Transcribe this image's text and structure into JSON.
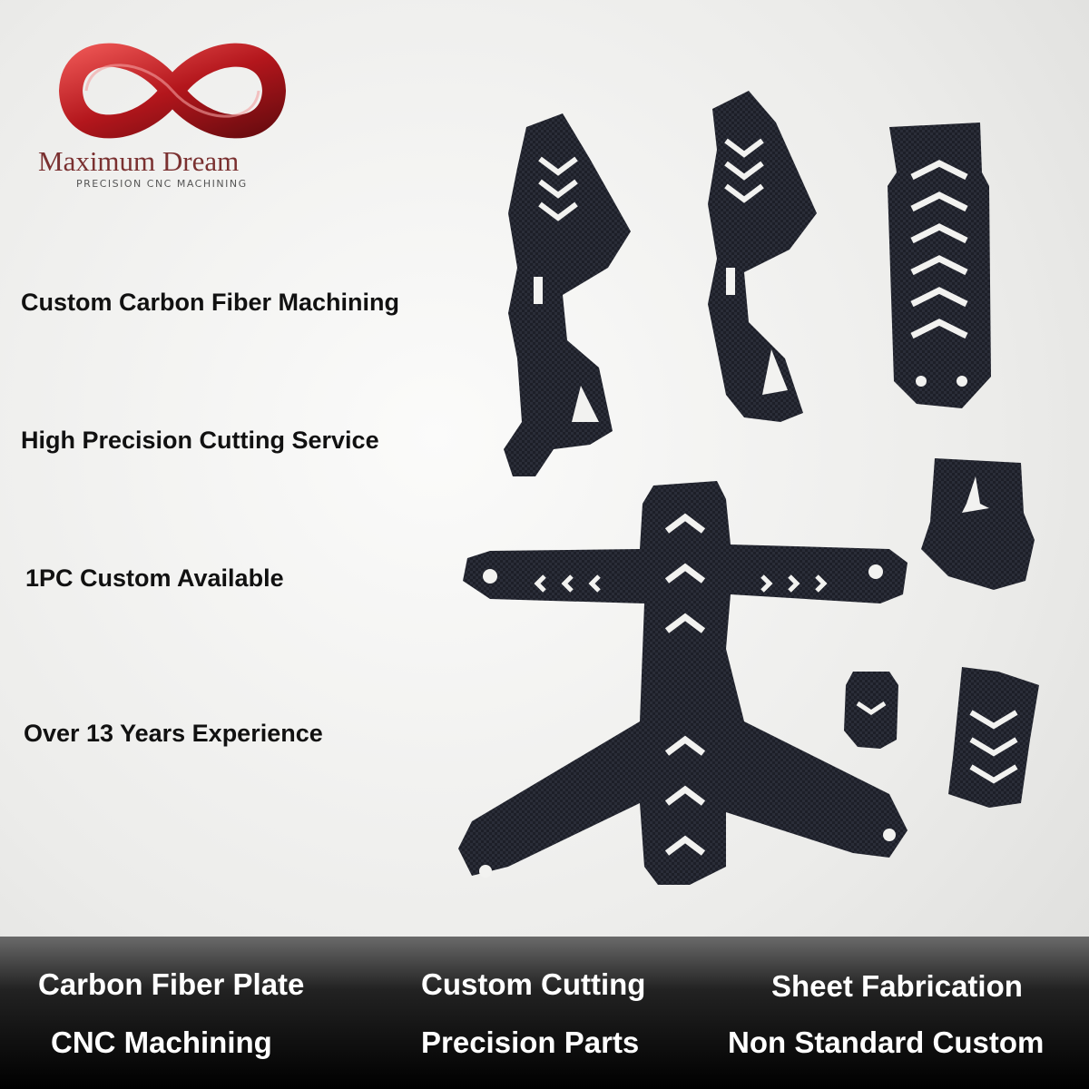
{
  "brand": {
    "name": "Maximum Dream",
    "tagline": "PRECISION CNC MACHINING",
    "logo_icon": "infinity-logo-icon",
    "logo_color": "#c0252b"
  },
  "features": [
    "Custom Carbon Fiber Machining",
    "High Precision Cutting Service",
    "1PC Custom Available",
    "Over 13 Years Experience"
  ],
  "tags": [
    "Carbon Fiber Plate",
    "Custom Cutting",
    "Sheet Fabrication",
    "CNC Machining",
    "Precision Parts",
    "Non Standard Custom"
  ],
  "colors": {
    "carbon": "#1d1f28",
    "band": "#000000"
  }
}
